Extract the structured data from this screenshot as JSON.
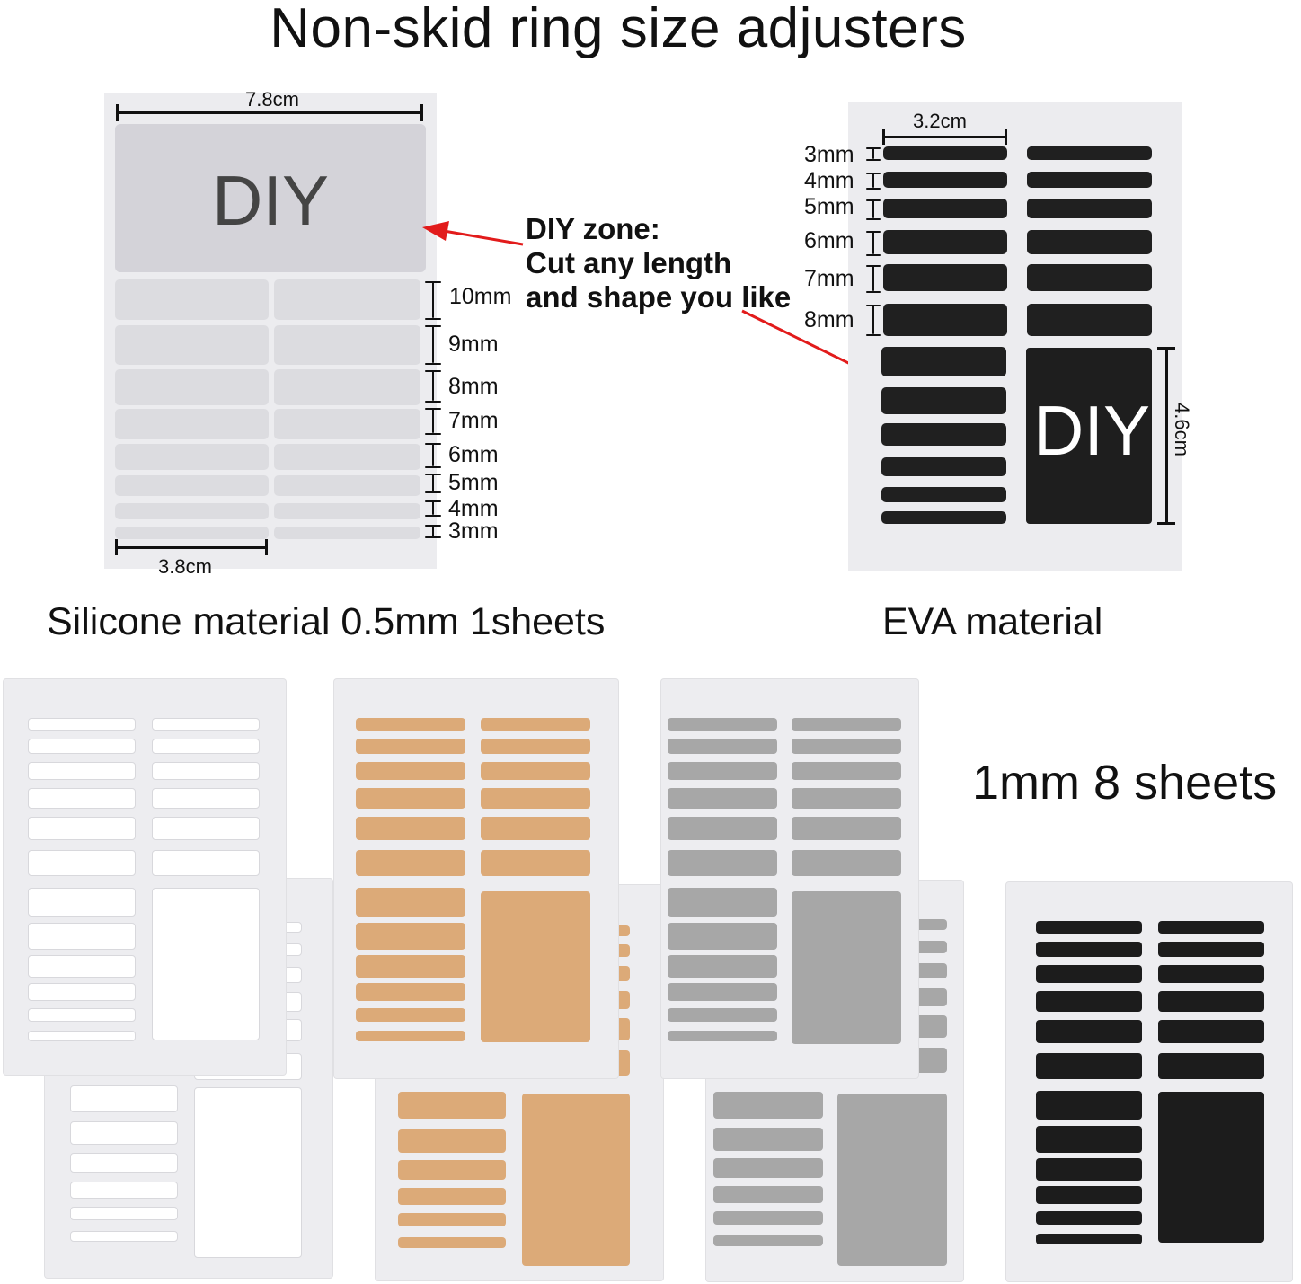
{
  "title": "Non-skid ring size adjusters",
  "silicone_sheet": {
    "width_label": "7.8cm",
    "strip_width_label": "3.8cm",
    "diy_label": "DIY",
    "size_labels": [
      "10mm",
      "9mm",
      "8mm",
      "7mm",
      "6mm",
      "5mm",
      "4mm",
      "3mm"
    ]
  },
  "eva_sheet": {
    "width_label": "3.2cm",
    "height_label": "4.6cm",
    "diy_label": "DIY",
    "size_labels": [
      "3mm",
      "4mm",
      "5mm",
      "6mm",
      "7mm",
      "8mm"
    ]
  },
  "diy_zone": {
    "line1": "DIY zone:",
    "line2": "Cut any  length",
    "line3": "and shape you like"
  },
  "captions": {
    "silicone": "Silicone material 0.5mm 1sheets",
    "eva": "EVA material",
    "sheets": "1mm 8 sheets"
  },
  "colors": {
    "silicone_strip": "#dcdce0",
    "clear": "#ffffff",
    "beige": "#dcaa78",
    "grey": "#a7a7a7",
    "black": "#1c1c1c",
    "arrow": "#e21b1b"
  }
}
